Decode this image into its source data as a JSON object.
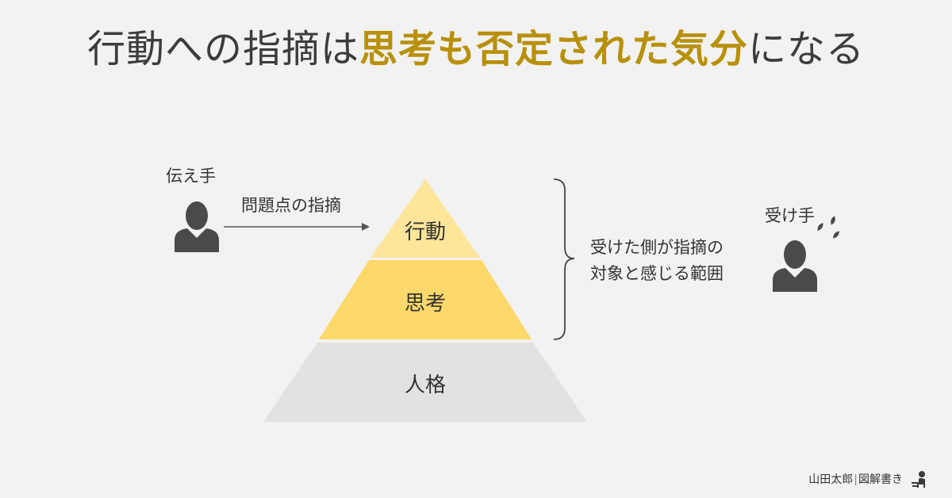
{
  "title": {
    "before": "行動への指摘は",
    "highlight": "思考も否定された気分",
    "after": "になる"
  },
  "sender": {
    "label": "伝え手"
  },
  "arrow": {
    "label": "問題点の指摘"
  },
  "pyramid": {
    "layers": [
      {
        "label": "行動",
        "color": "#fde69a"
      },
      {
        "label": "思考",
        "color": "#fdd86a"
      },
      {
        "label": "人格",
        "color": "#e2e2e2"
      }
    ]
  },
  "bracket": {
    "lines": [
      "受けた側が指摘の",
      "対象と感じる範囲"
    ]
  },
  "receiver": {
    "label": "受け手"
  },
  "footer": {
    "author": "山田太郎",
    "separator": "|",
    "brand": "図解書き"
  },
  "colors": {
    "accent": "#b8900a",
    "person": "#4a4a4a",
    "background": "#f2f2f2"
  },
  "icons": {
    "sender": "person-icon",
    "receiver": "person-icon",
    "sweat": "sweat-drops-icon",
    "footer": "person-at-desk-icon"
  }
}
